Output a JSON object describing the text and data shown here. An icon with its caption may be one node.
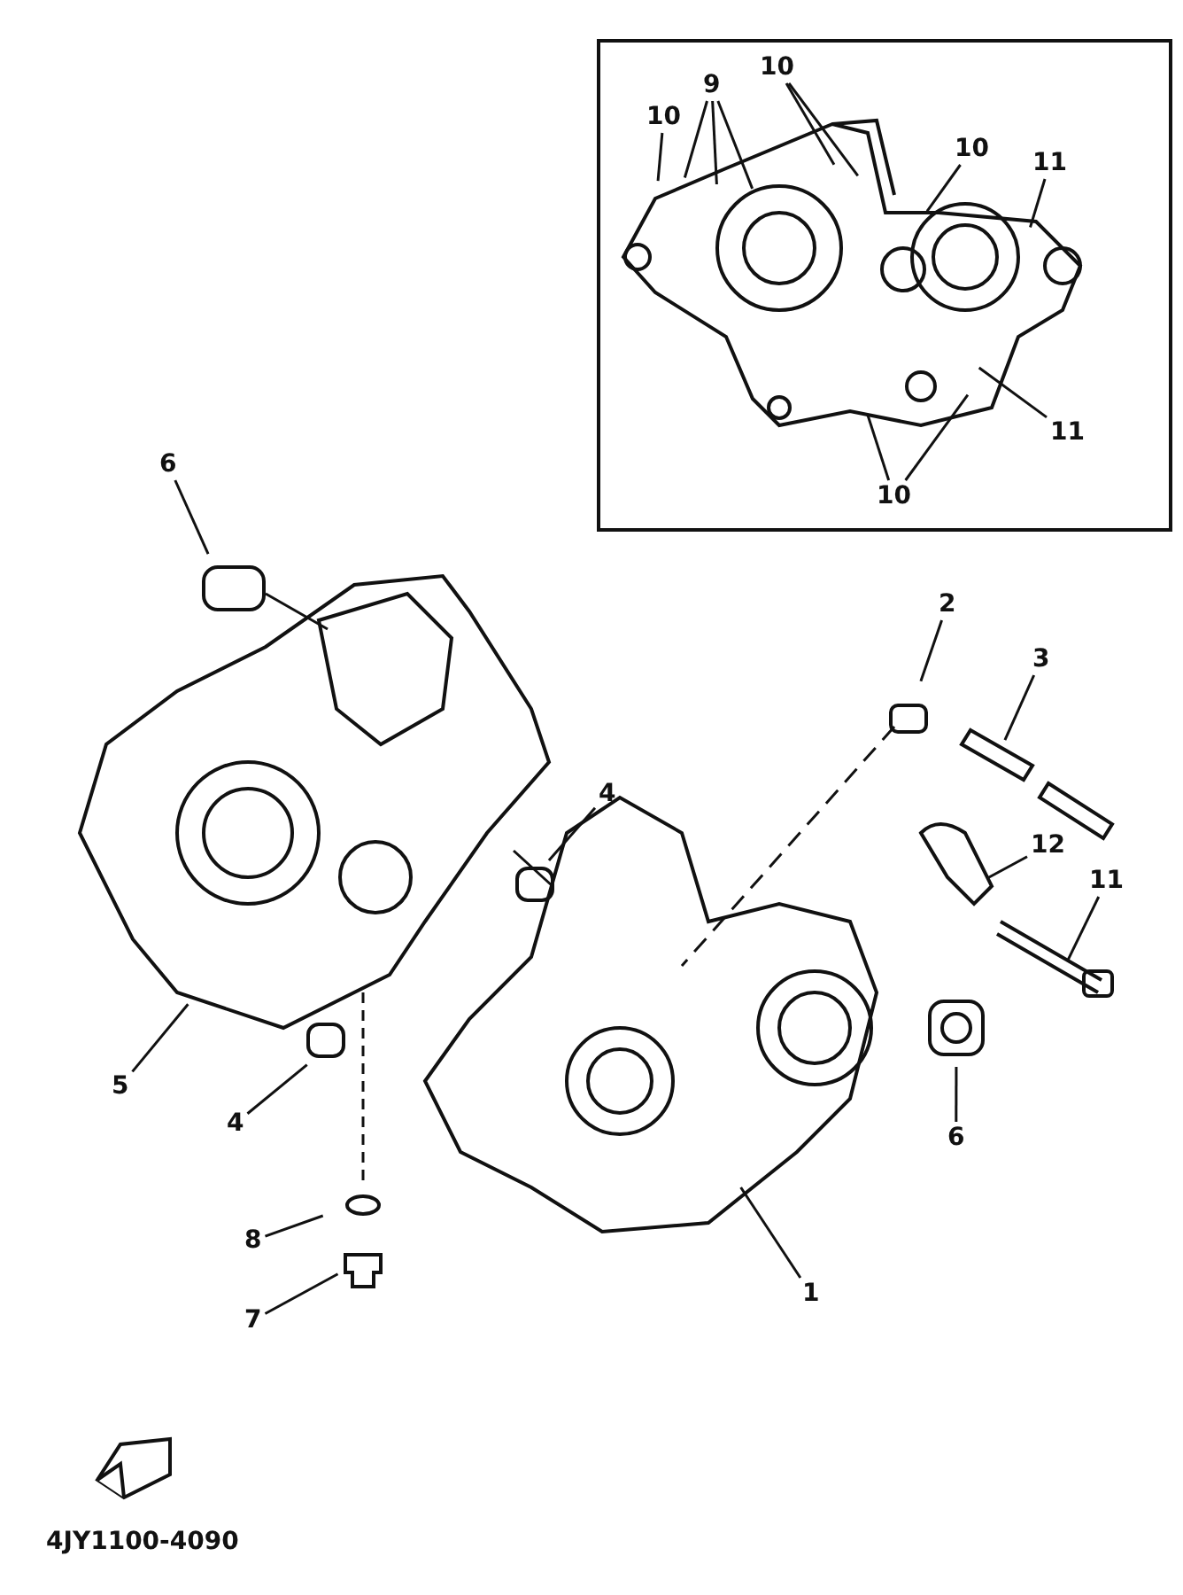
{
  "diagram": {
    "nodes": [
      {
        "text": [],
        "shape": "box"
      },
      {
        "text": [
          "10"
        ],
        "in": 0
      },
      {
        "text": [
          "9"
        ],
        "in": 0
      },
      {
        "text": [
          "10"
        ],
        "in": 0
      },
      {
        "text": [
          "10"
        ],
        "in": 0
      },
      {
        "text": [
          "11"
        ],
        "in": 0
      },
      {
        "text": [
          "11"
        ],
        "in": 0
      },
      {
        "text": [
          "10"
        ],
        "in": 0
      },
      {
        "text": [
          "6"
        ]
      },
      {
        "text": [
          "2"
        ]
      },
      {
        "text": [
          "3"
        ]
      },
      {
        "text": [
          "4"
        ]
      },
      {
        "text": [
          "12"
        ]
      },
      {
        "text": [
          "11"
        ]
      },
      {
        "text": [
          "5"
        ]
      },
      {
        "text": [
          "4"
        ]
      },
      {
        "text": [
          "6"
        ]
      },
      {
        "text": [
          "8"
        ]
      },
      {
        "text": [
          "7"
        ]
      },
      {
        "text": [
          "1"
        ]
      }
    ],
    "edges": [
      {
        "from": 1,
        "to": null,
        "arrow": "none"
      },
      {
        "from": 2,
        "to": null,
        "arrow": "none"
      },
      {
        "from": 2,
        "to": null,
        "arrow": "none"
      },
      {
        "from": 2,
        "to": null,
        "arrow": "none"
      },
      {
        "from": 3,
        "to": null,
        "arrow": "none"
      },
      {
        "from": 3,
        "to": null,
        "arrow": "none"
      },
      {
        "from": 4,
        "to": null,
        "arrow": "none"
      },
      {
        "from": 5,
        "to": null,
        "arrow": "none"
      },
      {
        "from": 6,
        "to": null,
        "arrow": "none"
      },
      {
        "from": 7,
        "to": null,
        "arrow": "none"
      },
      {
        "from": 7,
        "to": null,
        "arrow": "none"
      },
      {
        "from": 8,
        "to": null,
        "arrow": "none"
      },
      {
        "from": 9,
        "to": null,
        "arrow": "none"
      },
      {
        "from": 10,
        "to": null,
        "arrow": "none"
      },
      {
        "from": 11,
        "to": null,
        "arrow": "none"
      },
      {
        "from": 12,
        "to": null,
        "arrow": "none"
      },
      {
        "from": 13,
        "to": null,
        "arrow": "none"
      },
      {
        "from": 14,
        "to": null,
        "arrow": "none"
      },
      {
        "from": 15,
        "to": null,
        "arrow": "none"
      },
      {
        "from": 16,
        "to": null,
        "arrow": "none"
      },
      {
        "from": 17,
        "to": null,
        "arrow": "none"
      },
      {
        "from": 18,
        "to": null,
        "arrow": "none"
      },
      {
        "from": 19,
        "to": null,
        "arrow": "none"
      }
    ],
    "labels": [
      "4JY1100-4090"
    ]
  }
}
